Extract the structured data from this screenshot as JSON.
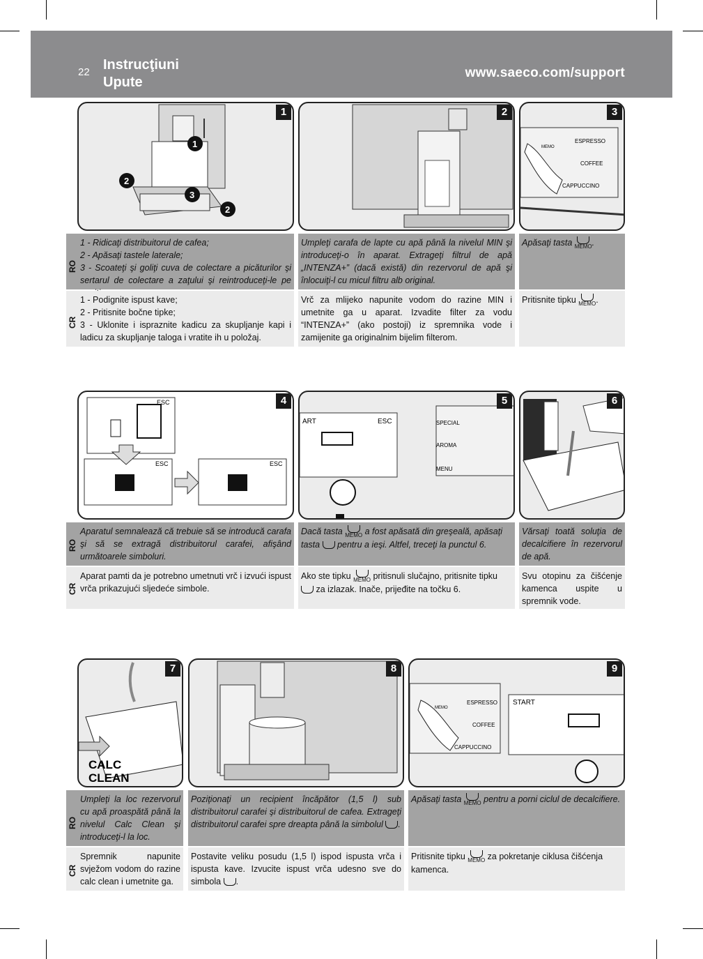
{
  "header": {
    "page_number": "22",
    "title_line1": "Instrucţiuni",
    "title_line2": "Upute",
    "url": "www.saeco.com/support"
  },
  "steps": [
    {
      "number": "1"
    },
    {
      "number": "2"
    },
    {
      "number": "3",
      "labels": [
        "ESPRESSO",
        "COFFEE",
        "CAPPUCCINO"
      ],
      "memo": "MEMO"
    },
    {
      "number": "4",
      "esc": "ESC"
    },
    {
      "number": "5",
      "screen_label": "ART",
      "esc": "ESC",
      "buttons": [
        "SPECIAL",
        "AROMA",
        "MENU"
      ]
    },
    {
      "number": "6"
    },
    {
      "number": "7",
      "calc_clean": [
        "CALC",
        "CLEAN"
      ]
    },
    {
      "number": "8"
    },
    {
      "number": "9",
      "labels": [
        "ESPRESSO",
        "COFFEE",
        "CAPPUCCINO"
      ],
      "screen_label": "START",
      "memo": "MEMO"
    }
  ],
  "lang": {
    "ro": "RO",
    "cr": "CR"
  },
  "text": {
    "s1_ro": "1 - Ridicaţi distribuitorul de cafea;\n2 - Apăsaţi tastele laterale;\n3 - Scoateţi şi goliţi cuva de colectare a picăturilor şi sertarul de colectare a zaţului şi reintroduceţi-le pe poziţie.",
    "s1_cr": "1 - Podignite ispust kave;\n2 - Pritisnite bočne tipke;\n3 - Uklonite i ispraznite kadicu za skupljanje kapi i ladicu za skupljanje taloga i vratite ih u položaj.",
    "s2_ro": "Umpleţi carafa de lapte cu apă până la nivelul MIN şi introduceţi-o în aparat. Extrageţi filtrul de apă „INTENZA+” (dacă există) din rezervorul de apă şi înlocuiţi-l cu micul filtru alb original.",
    "s2_cr": "Vrč za mlijeko napunite vodom do razine MIN i umetnite ga u aparat. Izvadite filter za vodu “INTENZA+” (ako postoji) iz spremnika vode i zamijenite ga originalnim bijelim filterom.",
    "s3_ro_a": "Apăsaţi tasta",
    "s3_ro_b": ".",
    "s3_cr_a": "Pritisnite tipku",
    "s3_cr_b": ".",
    "s4_ro": "Aparatul semnalează că trebuie să se introducă carafa şi să se extragă distribuitorul carafei, afişând următoarele simboluri.",
    "s4_cr": "Aparat pamti da je potrebno umetnuti vrč i izvući ispust vrča prikazujući sljedeće simbole.",
    "s5_ro_a": "Dacă tasta",
    "s5_ro_b": "a fost apăsată din greşeală, apăsaţi tasta",
    "s5_ro_c": "pentru a ieşi. Altfel, treceţi la punctul 6.",
    "s5_cr_a": "Ako ste tipku",
    "s5_cr_b": "pritisnuli slučajno, pritisnite tipku",
    "s5_cr_c": "za izlazak. Inače, prijeđite na točku 6.",
    "s6_ro": "Vărsaţi toată soluţia de decalcifiere în rezervorul de apă.",
    "s6_cr": "Svu otopinu za čišćenje kamenca uspite u spremnik vode.",
    "s7_ro": "Umpleţi la loc rezervorul cu apă proaspătă până la nivelul Calc Clean şi introduceţi-l la loc.",
    "s7_cr": "Spremnik napunite svježom vodom do razine calc clean i umetnite ga.",
    "s8_ro": "Poziţionaţi un recipient încăpător (1,5 l) sub distribuitorul carafei şi distribuitorul de cafea. Extrageţi distribuitorul carafei spre dreapta până la simbolul",
    "s8_ro_end": ".",
    "s8_cr": "Postavite veliku posudu (1,5 l) ispod ispusta vrča i ispusta kave. Izvucite ispust vrča udesno sve do simbola",
    "s8_cr_end": ".",
    "s9_ro_a": "Apăsaţi tasta",
    "s9_ro_b": "pentru a porni ciclul de decalcifiere.",
    "s9_cr_a": "Pritisnite tipku",
    "s9_cr_b": "za pokretanje ciklusa čišćenja kamenca."
  }
}
